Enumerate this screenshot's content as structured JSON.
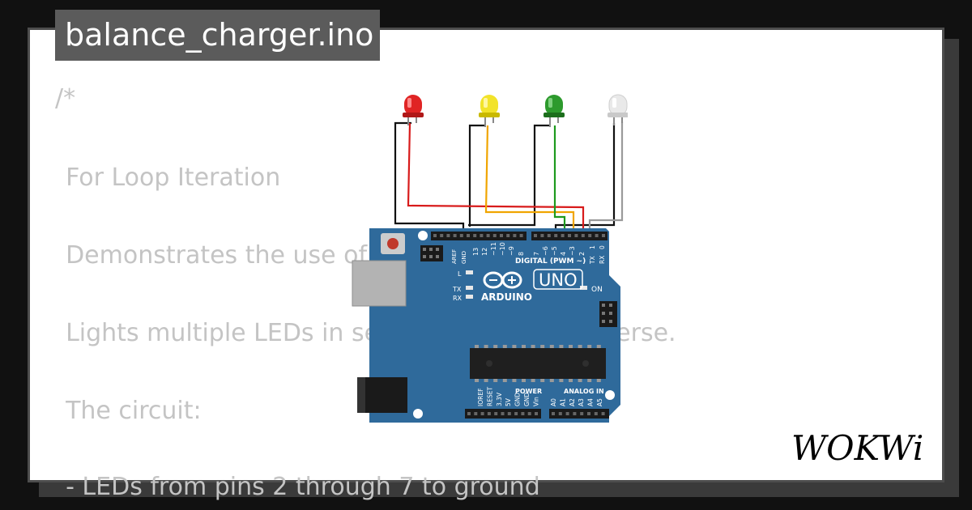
{
  "file": {
    "title": "balance_charger.ino"
  },
  "code": {
    "lines": [
      "/*",
      "  For Loop Iteration",
      "  Demonstrates the use of a for() loop.",
      "  Lights multiple LEDs in sequence, then in reverse.",
      "  The circuit:",
      "  - LEDs from pins 2 through 7 to ground"
    ]
  },
  "board": {
    "name": "UNO",
    "brand": "ARDUINO",
    "digital_label": "DIGITAL (PWM ~)",
    "power_label": "POWER",
    "analog_label": "ANALOG IN",
    "on_label": "ON",
    "l_label": "L",
    "tx_label": "TX",
    "rx_label": "RX",
    "aref_label": "AREF",
    "gnd_label": "GND",
    "txrx_pin_labels": [
      "TX",
      "RX"
    ],
    "digital_pins": [
      "13",
      "12",
      "~11",
      "~10",
      "~9",
      "8",
      "7",
      "~6",
      "~5",
      "4",
      "~3",
      "2",
      "1",
      "0"
    ],
    "power_pins": [
      "IOREF",
      "RESET",
      "3.3V",
      "5V",
      "GND",
      "GND",
      "Vin"
    ],
    "analog_pins": [
      "A0",
      "A1",
      "A2",
      "A3",
      "A4",
      "A5"
    ],
    "color": "#2f6a9b"
  },
  "leds": [
    {
      "color": "red",
      "hex": "#e02424"
    },
    {
      "color": "yellow",
      "hex": "#f2e32a"
    },
    {
      "color": "green",
      "hex": "#2d9a2d"
    },
    {
      "color": "white",
      "hex": "#e9e9e9"
    }
  ],
  "wires": {
    "ground_color": "#111111",
    "red": "#d81b1b",
    "yellow": "#f0a500",
    "green": "#1e9a1e",
    "gray": "#9a9a9a"
  },
  "logo": {
    "text": "WOKWi"
  }
}
